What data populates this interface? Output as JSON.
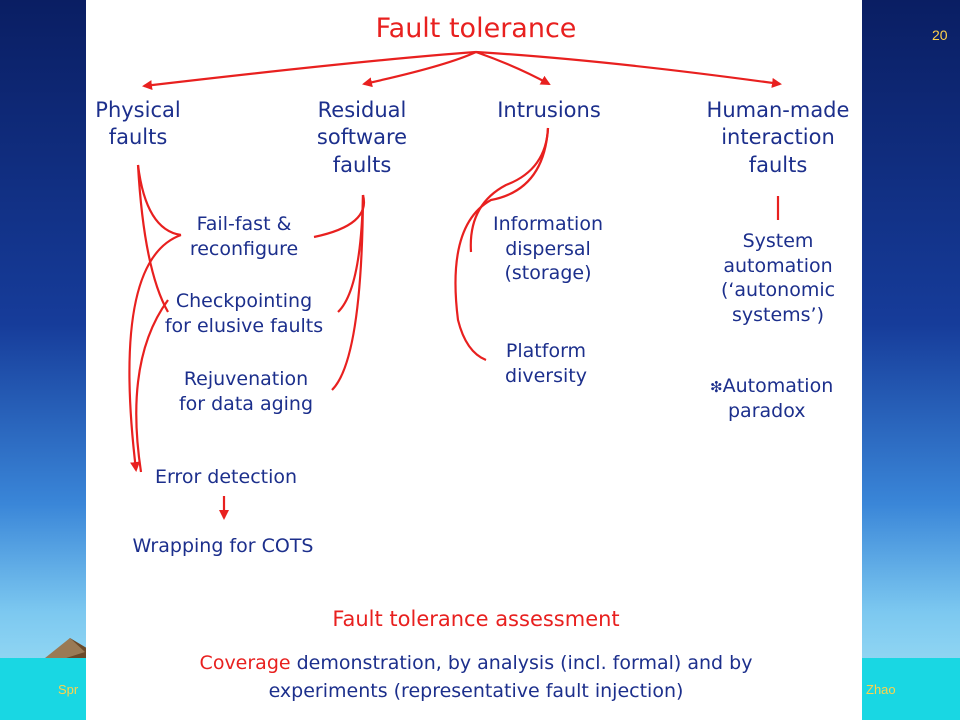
{
  "slide_number": "20",
  "footer": {
    "left": "Spr",
    "right": "Zhao"
  },
  "diagram": {
    "title": "Fault tolerance",
    "categories": {
      "physical": [
        "Physical",
        "faults"
      ],
      "residual": [
        "Residual",
        "software",
        "faults"
      ],
      "intrusions": [
        "Intrusions"
      ],
      "human": [
        "Human-made",
        "interaction",
        "faults"
      ]
    },
    "techniques": {
      "failfast": [
        "Fail-fast &",
        "reconfigure"
      ],
      "checkpoint": [
        "Checkpointing",
        "for elusive faults"
      ],
      "rejuvenation": [
        "Rejuvenation",
        "for data aging"
      ],
      "error_detection": "Error detection",
      "wrapping": "Wrapping for COTS",
      "information": [
        "Information",
        "dispersal",
        "(storage)"
      ],
      "platform": [
        "Platform",
        "diversity"
      ],
      "automation": [
        "System",
        "automation",
        "(‘autonomic",
        "systems’)"
      ],
      "paradox_bullet": "❇",
      "paradox": [
        "Automation",
        "paradox"
      ]
    },
    "assessment": {
      "title": "Fault tolerance assessment",
      "coverage_word": "Coverage",
      "line1_rest": " demonstration, by analysis (incl. formal) and by",
      "line2": "experiments (representative fault injection)"
    },
    "colors": {
      "accent": "#e8201f",
      "text": "#1c2f8c"
    }
  }
}
